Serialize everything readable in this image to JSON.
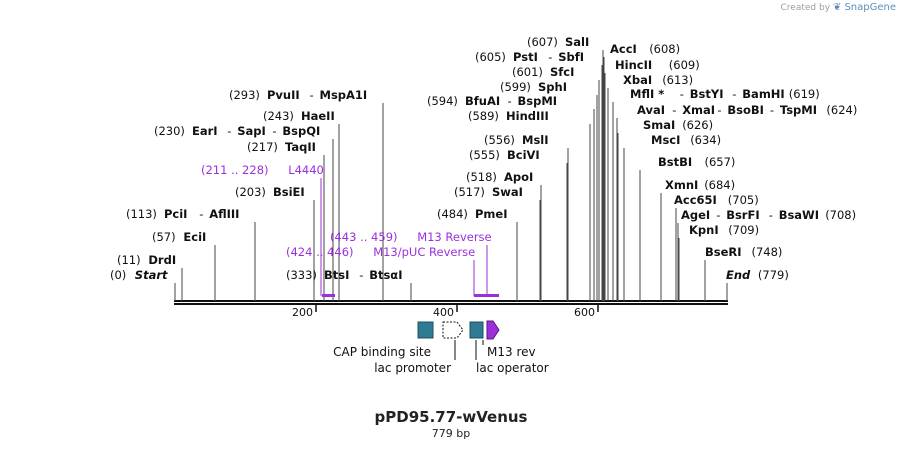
{
  "credit": {
    "created_by": "Created by",
    "brand": "SnapGene"
  },
  "plasmid": {
    "name": "pPD95.77-wVenus",
    "length_label": "779 bp",
    "length": 779
  },
  "colors": {
    "ink": "#111111",
    "feature_purple": "#9b30d9",
    "primer_purple": "#8e2bd0",
    "feature_teal": "#2f7b93"
  },
  "axis": {
    "tick_labels": [
      "200",
      "400",
      "600"
    ]
  },
  "sites": [
    {
      "id": "drdi",
      "pos": "(11)",
      "names": [
        "DrdI"
      ],
      "star": false
    },
    {
      "id": "start",
      "pos": "(0)",
      "names": [
        "Start"
      ],
      "italic": true
    },
    {
      "id": "ecii",
      "pos": "(57)",
      "names": [
        "EciI"
      ]
    },
    {
      "id": "pcii",
      "pos": "(113)",
      "names": [
        "PciI",
        "AflIII"
      ]
    },
    {
      "id": "bsiei",
      "pos": "(203)",
      "names": [
        "BsiEI"
      ]
    },
    {
      "id": "taqii",
      "pos": "(217)",
      "names": [
        "TaqII"
      ]
    },
    {
      "id": "eari",
      "pos": "(230)",
      "names": [
        "EarI",
        "SapI",
        "BspQI"
      ]
    },
    {
      "id": "haeii",
      "pos": "(243)",
      "names": [
        "HaeII"
      ]
    },
    {
      "id": "pvuii",
      "pos": "(293)",
      "names": [
        "PvuII",
        "MspA1I"
      ]
    },
    {
      "id": "btsi",
      "pos": "(333)",
      "names": [
        "BtsI",
        "BtsαI"
      ]
    },
    {
      "id": "pmei",
      "pos": "(484)",
      "names": [
        "PmeI"
      ]
    },
    {
      "id": "swai",
      "pos": "(517)",
      "names": [
        "SwaI"
      ]
    },
    {
      "id": "apoi",
      "pos": "(518)",
      "names": [
        "ApoI"
      ]
    },
    {
      "id": "bcivi",
      "pos": "(555)",
      "names": [
        "BciVI"
      ]
    },
    {
      "id": "msli",
      "pos": "(556)",
      "names": [
        "MslI"
      ]
    },
    {
      "id": "hindiii",
      "pos": "(589)",
      "names": [
        "HindIII"
      ]
    },
    {
      "id": "bfuai",
      "pos": "(594)",
      "names": [
        "BfuAI",
        "BspMI"
      ]
    },
    {
      "id": "sphi",
      "pos": "(599)",
      "names": [
        "SphI"
      ]
    },
    {
      "id": "sfci",
      "pos": "(601)",
      "names": [
        "SfcI"
      ]
    },
    {
      "id": "psti",
      "pos": "(605)",
      "names": [
        "PstI",
        "SbfI"
      ]
    },
    {
      "id": "sali",
      "pos": "(607)",
      "names": [
        "SalI"
      ]
    },
    {
      "id": "acci",
      "pos": "(608)",
      "names": [
        "AccI"
      ]
    },
    {
      "id": "hincii",
      "pos": "(609)",
      "names": [
        "HincII"
      ]
    },
    {
      "id": "xbai",
      "pos": "(613)",
      "names": [
        "XbaI"
      ]
    },
    {
      "id": "mfli",
      "pos": "(619)",
      "names": [
        "MflI *",
        "BstYI",
        "BamHI"
      ]
    },
    {
      "id": "avai",
      "pos": "(624)",
      "names": [
        "AvaI",
        "XmaI",
        "BsoBI",
        "TspMI"
      ]
    },
    {
      "id": "smai",
      "pos": "(626)",
      "names": [
        "SmaI"
      ]
    },
    {
      "id": "msci",
      "pos": "(634)",
      "names": [
        "MscI"
      ]
    },
    {
      "id": "bstbi",
      "pos": "(657)",
      "names": [
        "BstBI"
      ]
    },
    {
      "id": "xmni",
      "pos": "(684)",
      "names": [
        "XmnI"
      ]
    },
    {
      "id": "acc65i",
      "pos": "(705)",
      "names": [
        "Acc65I"
      ]
    },
    {
      "id": "agei",
      "pos": "(708)",
      "names": [
        "AgeI",
        "BsrFI",
        "BsaWI"
      ]
    },
    {
      "id": "kpni",
      "pos": "(709)",
      "names": [
        "KpnI"
      ]
    },
    {
      "id": "bseri",
      "pos": "(748)",
      "names": [
        "BseRI"
      ]
    },
    {
      "id": "end",
      "pos": "(779)",
      "names": [
        "End"
      ],
      "italic": true
    }
  ],
  "primers": [
    {
      "id": "l4440",
      "range": "(211 .. 228)",
      "name": "L4440"
    },
    {
      "id": "m13rev",
      "range": "(443 .. 459)",
      "name": "M13 Reverse"
    },
    {
      "id": "m13puc",
      "range": "(424 .. 446)",
      "name": "M13/pUC Reverse"
    }
  ],
  "features": [
    {
      "id": "cap",
      "label": "CAP binding site"
    },
    {
      "id": "lacpromoter",
      "label": "lac promoter"
    },
    {
      "id": "lacoperator",
      "label": "lac operator"
    },
    {
      "id": "m13rev_feature",
      "label": "M13 rev"
    }
  ]
}
